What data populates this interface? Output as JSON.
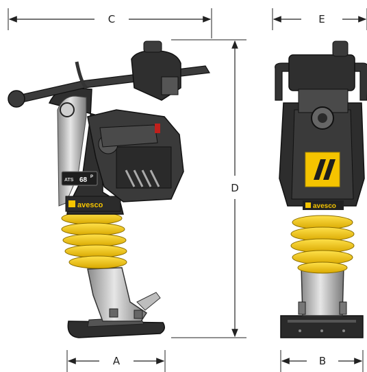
{
  "dimensions": {
    "a": "A",
    "b": "B",
    "c": "C",
    "d": "D",
    "e": "E"
  },
  "brand": {
    "name": "avesco",
    "color_yellow": "#f5c400",
    "color_dark": "#2b2b2b"
  },
  "model_badge": {
    "series": "ATS",
    "number": "68",
    "suffix": "P"
  },
  "icons": {
    "logo": "double-slash-logo"
  }
}
